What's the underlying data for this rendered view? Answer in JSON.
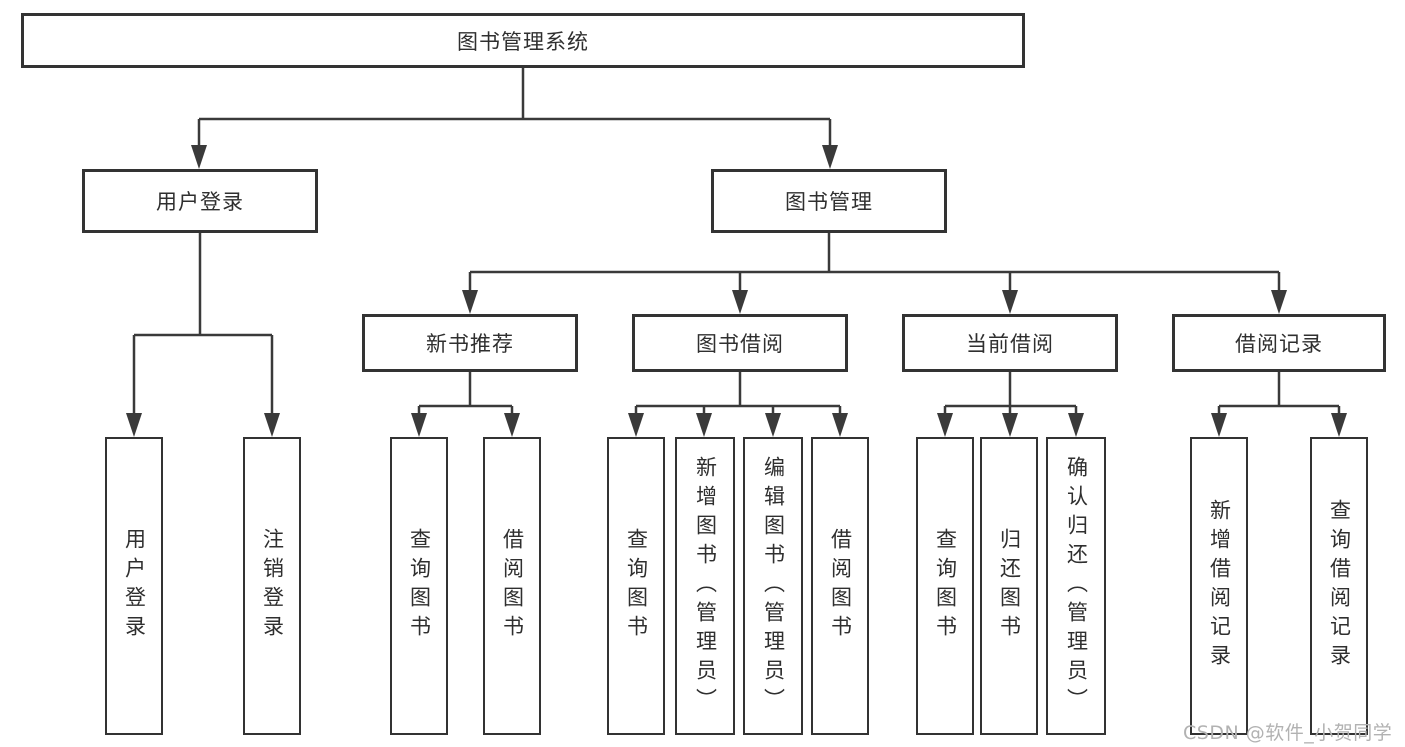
{
  "diagram": {
    "title": "图书管理系统",
    "watermark": "CSDN @软件_小贺同学",
    "colors": {
      "line": "#3a3a3a",
      "box_border": "#333333",
      "background": "#ffffff",
      "text": "#2f2f2f",
      "watermark": "#b2b2b2"
    },
    "nodes": {
      "root": {
        "label": "图书管理系统"
      },
      "level2": [
        {
          "label": "用户登录"
        },
        {
          "label": "图书管理"
        }
      ],
      "level3": [
        {
          "label": "新书推荐",
          "parent": "图书管理"
        },
        {
          "label": "图书借阅",
          "parent": "图书管理"
        },
        {
          "label": "当前借阅",
          "parent": "图书管理"
        },
        {
          "label": "借阅记录",
          "parent": "图书管理"
        }
      ],
      "leaves": [
        {
          "label": "用户登录",
          "parent": "用户登录"
        },
        {
          "label": "注销登录",
          "parent": "用户登录"
        },
        {
          "label": "查询图书",
          "parent": "新书推荐"
        },
        {
          "label": "借阅图书",
          "parent": "新书推荐"
        },
        {
          "label": "查询图书",
          "parent": "图书借阅"
        },
        {
          "label": "新增图书（管理员）",
          "parent": "图书借阅"
        },
        {
          "label": "编辑图书（管理员）",
          "parent": "图书借阅"
        },
        {
          "label": "借阅图书",
          "parent": "图书借阅"
        },
        {
          "label": "查询图书",
          "parent": "当前借阅"
        },
        {
          "label": "归还图书",
          "parent": "当前借阅"
        },
        {
          "label": "确认归还（管理员）",
          "parent": "当前借阅"
        },
        {
          "label": "新增借阅记录",
          "parent": "借阅记录"
        },
        {
          "label": "查询借阅记录",
          "parent": "借阅记录"
        }
      ]
    }
  }
}
